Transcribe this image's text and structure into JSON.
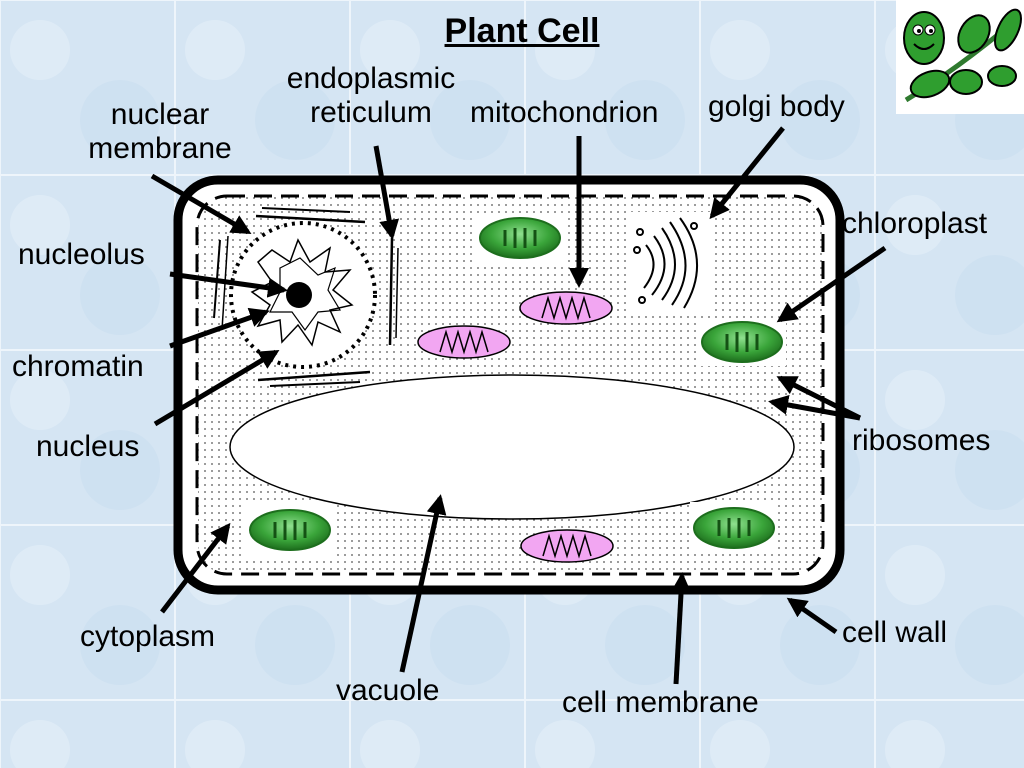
{
  "title": "Plant Cell",
  "labels": {
    "nuclear_membrane": [
      "nuclear",
      "membrane"
    ],
    "endoplasmic_reticulum": [
      "endoplasmic",
      "reticulum"
    ],
    "mitochondrion": "mitochondrion",
    "golgi_body": "golgi body",
    "chloroplast": "chloroplast",
    "nucleolus": "nucleolus",
    "chromatin": "chromatin",
    "nucleus": "nucleus",
    "ribosomes": "ribosomes",
    "cytoplasm": "cytoplasm",
    "vacuole": "vacuole",
    "cell_membrane": "cell membrane",
    "cell_wall": "cell wall"
  },
  "colors": {
    "background": "#dce9f5",
    "cell_wall": "#000000",
    "cytoplasm": "#ffffff",
    "chloroplast": "#3aa53a",
    "mitochondrion": "#f2a6f2",
    "leaf": "#2f9e2f"
  },
  "icons": [
    "smiling-leaf-icon"
  ]
}
